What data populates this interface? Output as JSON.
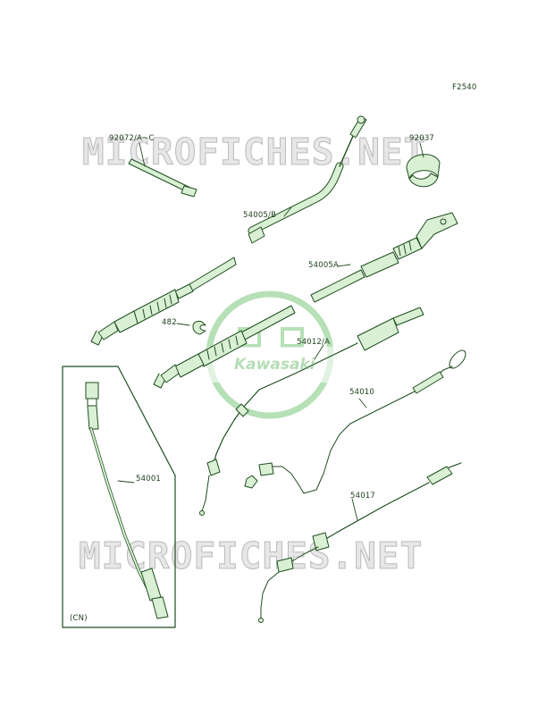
{
  "figure_code": "F2540",
  "watermark": "MICROFICHES.NET",
  "logo_text": "Kawasaki",
  "colors": {
    "line": "#1f4d1f",
    "part_fill": "#d9f0d4",
    "watermark": "#b9b9b9",
    "logo": "#5fb35f"
  },
  "parts": [
    {
      "key": "p92072",
      "label": "92072/A~C"
    },
    {
      "key": "p92037",
      "label": "92037"
    },
    {
      "key": "p54005b",
      "label": "54005/B"
    },
    {
      "key": "p54005a",
      "label": "54005A"
    },
    {
      "key": "p482",
      "label": "482"
    },
    {
      "key": "p54012",
      "label": "54012/A"
    },
    {
      "key": "p54010",
      "label": "54010"
    },
    {
      "key": "p54001",
      "label": "54001"
    },
    {
      "key": "p54017",
      "label": "54017"
    }
  ],
  "inset_note": "(CN)"
}
